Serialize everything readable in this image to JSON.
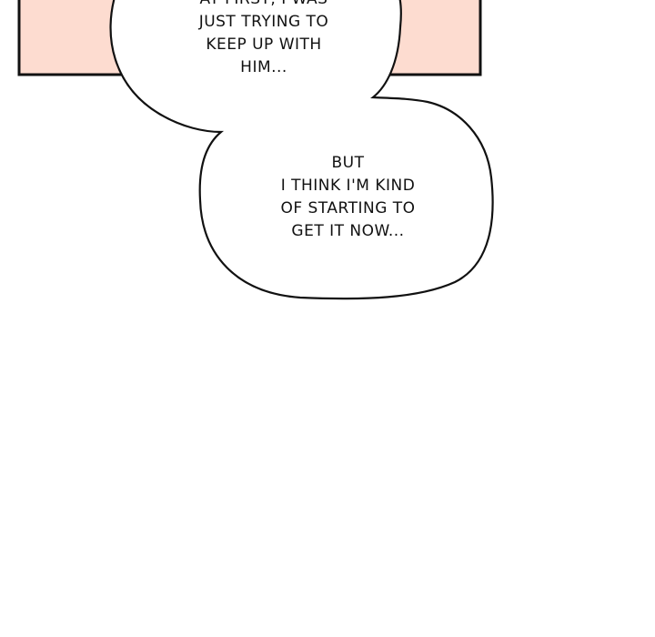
{
  "panel": {
    "background_color": "#fddcd0",
    "border_color": "#111111"
  },
  "bubble_top": {
    "lines": [
      "AT FIRST, I WAS",
      "JUST TRYING TO",
      "KEEP UP WITH",
      "HIM..."
    ]
  },
  "bubble_bottom": {
    "lines": [
      "BUT",
      "I THINK I'M KIND",
      "OF STARTING TO",
      "GET IT NOW..."
    ]
  }
}
